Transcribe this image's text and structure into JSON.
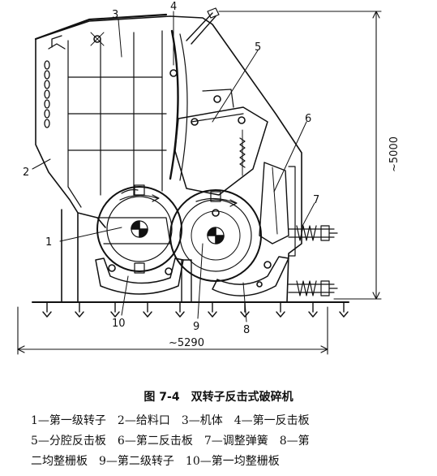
{
  "diagram": {
    "part_labels": [
      "1",
      "2",
      "3",
      "4",
      "5",
      "6",
      "7",
      "8",
      "9",
      "10"
    ],
    "dimensions": {
      "height": "~5000",
      "width": "~5290"
    }
  },
  "caption": {
    "number": "图 7-4",
    "title": "双转子反击式破碎机"
  },
  "legend": {
    "lines": [
      "1—第一级转子　2—给料口　3—机体　4—第一反击板",
      "5—分腔反击板　6—第二反击板　7—调整弹簧　8—第",
      "二均整栅板　9—第二级转子　10—第一均整栅板"
    ]
  }
}
